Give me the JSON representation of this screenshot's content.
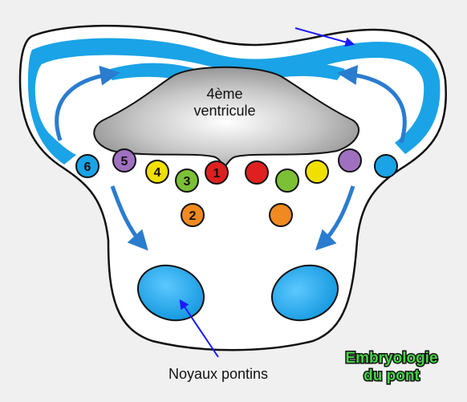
{
  "diagram": {
    "ventricle_label": [
      "4ème",
      "ventricule"
    ],
    "nuclei_label": "Noyaux pontins",
    "title_badge": [
      "Embryologie",
      "du pont"
    ]
  },
  "colors": {
    "background": "#f0f0f0",
    "blue": "#1aa3e6",
    "arrow_blue": "#2a7ccf",
    "pointer_blue": "#1a1aff",
    "ventricle_gray": "#9a9a9a",
    "badge_green": "#47d147",
    "red": "#e02020",
    "green": "#7cc036",
    "yellow": "#f0e000",
    "purple": "#a070c0",
    "orange": "#f08a20",
    "light_blue": "#1aa3e6"
  },
  "circles_left": [
    {
      "number": "6",
      "color": "light_blue"
    },
    {
      "number": "5",
      "color": "purple"
    },
    {
      "number": "4",
      "color": "yellow"
    },
    {
      "number": "3",
      "color": "green"
    },
    {
      "number": "1",
      "color": "red"
    },
    {
      "number": "2",
      "color": "orange"
    }
  ],
  "circles_right": [
    {
      "color": "red"
    },
    {
      "color": "green"
    },
    {
      "color": "yellow"
    },
    {
      "color": "purple"
    },
    {
      "color": "light_blue"
    },
    {
      "color": "orange"
    }
  ]
}
